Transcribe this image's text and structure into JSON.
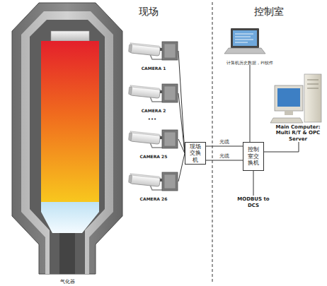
{
  "diagram": {
    "nodes": [
      {
        "text": [
          "气化器"
        ]
      },
      {
        "text": [
          "CAMERA 1"
        ]
      },
      {
        "text": [
          "CAMERA 2"
        ]
      },
      {
        "text": [
          "CAMERA 25"
        ]
      },
      {
        "text": [
          "CAMERA 26"
        ]
      },
      {
        "text": [
          "现场交换机"
        ]
      },
      {
        "text": [
          "计算机历史数据，PI软件"
        ]
      },
      {
        "text": [
          "控制室交换机"
        ]
      },
      {
        "text": [
          "Main Computer: Multi R/T & OPC Server"
        ]
      }
    ],
    "edges": [
      {
        "from": 1,
        "to": 5,
        "arrow": "none"
      },
      {
        "from": 2,
        "to": 5,
        "arrow": "none"
      },
      {
        "from": 3,
        "to": 5,
        "arrow": "none"
      },
      {
        "from": 4,
        "to": 5,
        "arrow": "none"
      },
      {
        "from": 5,
        "to": 7,
        "label": "光缆",
        "arrow": "none"
      },
      {
        "from": 5,
        "to": 7,
        "label": "光缆",
        "arrow": "none"
      },
      {
        "from": 6,
        "to": 7,
        "arrow": "none"
      },
      {
        "from": 7,
        "to": 8,
        "arrow": "none"
      }
    ],
    "labels": [
      "现场",
      "控制室",
      "•••",
      "MODBUS to DCS"
    ]
  }
}
